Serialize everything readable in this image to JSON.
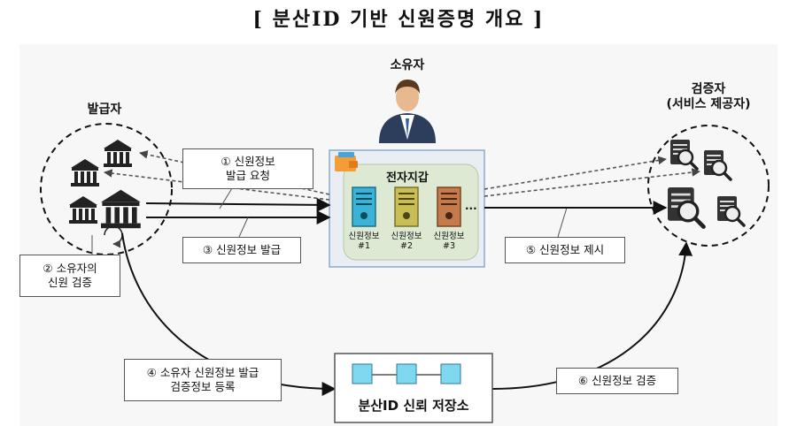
{
  "title": "[ 분산ID 기반 신원증명 개요 ]",
  "owner": {
    "label": "소유자"
  },
  "issuer": {
    "label": "발급자"
  },
  "verifier": {
    "label_line1": "검증자",
    "label_line2": "(서비스 제공자)"
  },
  "wallet": {
    "title": "전자지갑",
    "ellipsis": "...",
    "credentials": [
      {
        "line1": "신원정보",
        "line2": "#1",
        "color": "#3ab3d6"
      },
      {
        "line1": "신원정보",
        "line2": "#2",
        "color": "#c9bd55"
      },
      {
        "line1": "신원정보",
        "line2": "#3",
        "color": "#c47b4c"
      }
    ]
  },
  "steps": {
    "step1": {
      "line1": "① 신원정보",
      "line2": "발급 요청"
    },
    "step2": {
      "line1": "② 소유자의",
      "line2": "신원 검증"
    },
    "step3": {
      "line1": "③ 신원정보 발급"
    },
    "step4": {
      "line1": "④ 소유자 신원정보 발급",
      "line2": "검증정보 등록"
    },
    "step5": {
      "line1": "⑤ 신원정보 제시"
    },
    "step6": {
      "line1": "⑥ 신원정보 검증"
    }
  },
  "storage": {
    "label": "분산ID 신뢰 저장소"
  },
  "colors": {
    "wallet_fill": "#dde9d2",
    "wallet_border": "#8aaacb",
    "block_fill": "#7fd7f0",
    "icon_dark": "#222222"
  }
}
